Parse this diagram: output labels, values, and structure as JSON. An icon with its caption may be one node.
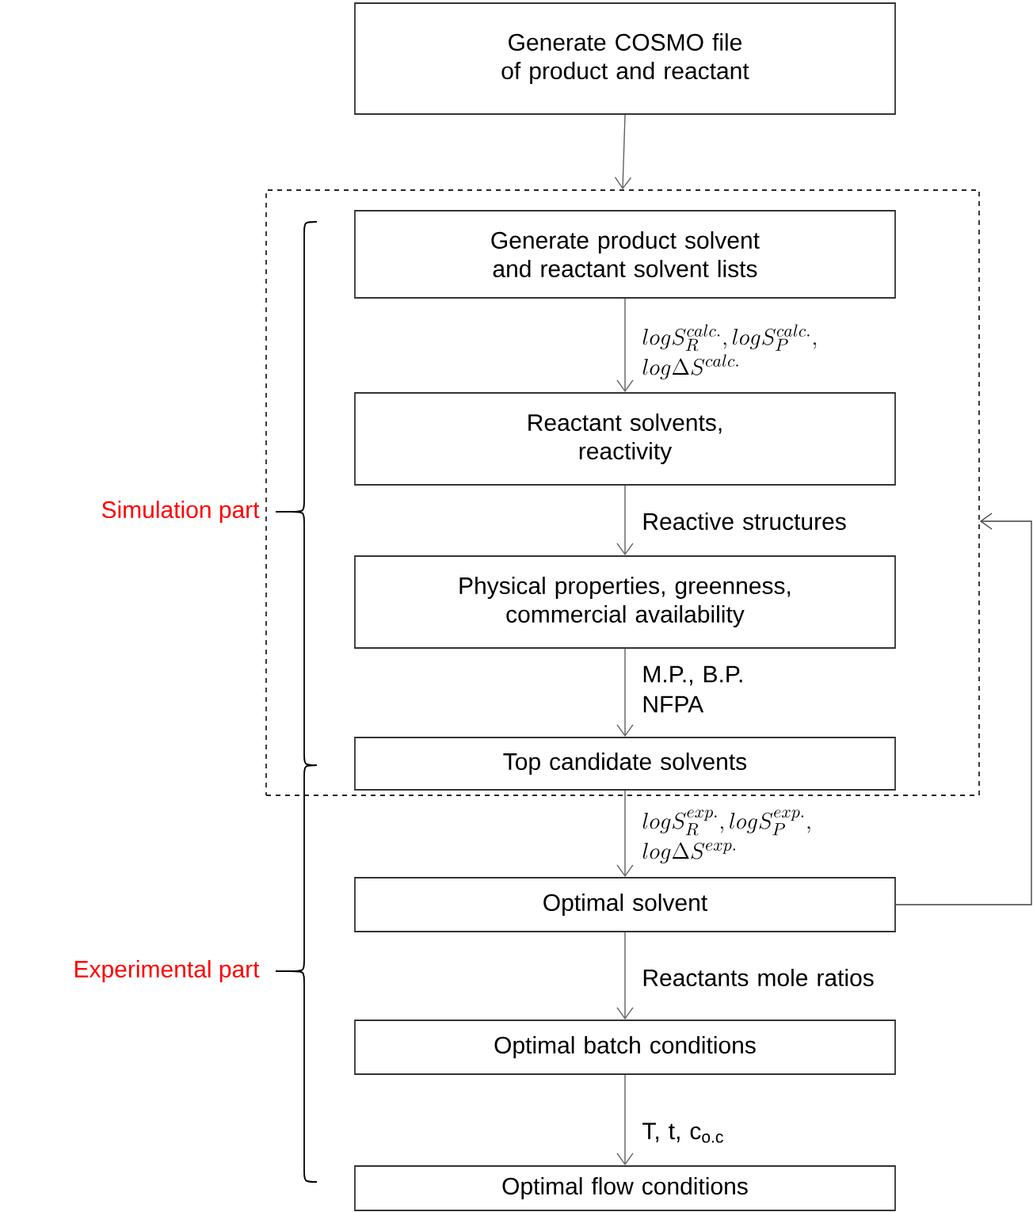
{
  "diagram": {
    "nodes": [
      {
        "text": [
          "Generate COSMO file of product and reactant"
        ]
      },
      {
        "text": [],
        "shape": "box"
      },
      {
        "text": [
          "Generate product solvent and reactant solvent lists"
        ],
        "in": 1
      },
      {
        "text": [
          "Reactant solvents, reactivity"
        ],
        "in": 1
      },
      {
        "text": [
          "Physical properties, greenness, commercial availability"
        ],
        "in": 1
      },
      {
        "text": [
          "Top candidate solvents"
        ],
        "in": 1
      },
      {
        "text": [
          "Optimal solvent"
        ]
      },
      {
        "text": [
          "Optimal batch conditions"
        ]
      },
      {
        "text": [
          "Optimal flow conditions"
        ]
      }
    ],
    "edges": [
      {
        "from": 0,
        "to": 1,
        "arrow": "to"
      },
      {
        "from": 2,
        "to": 3,
        "arrow": "to",
        "label": "logS_R^{calc.}, logS_P^{calc.},\\allowbreak\\ log\\Delta S^{calc.}"
      },
      {
        "from": 3,
        "to": 4,
        "arrow": "to",
        "label": "Reactive structures"
      },
      {
        "from": 4,
        "to": 5,
        "arrow": "to",
        "label": "M.P., B.P. NFPA"
      },
      {
        "from": 5,
        "to": 6,
        "arrow": "to",
        "label": "logS_R^{exp.}, logS_P^{exp.},\\allowbreak\\ log\\Delta S^{exp.}"
      },
      {
        "from": 6,
        "to": 7,
        "arrow": "to",
        "label": "Reactants mole ratios"
      },
      {
        "from": 7,
        "to": 8,
        "arrow": "to",
        "label": "T, t, c$_{o.c}$"
      },
      {
        "from": 6,
        "to": 1,
        "arrow": "to",
        "color": "#404040"
      }
    ],
    "labels": [
      "Simulation part",
      "Experimental part"
    ]
  }
}
